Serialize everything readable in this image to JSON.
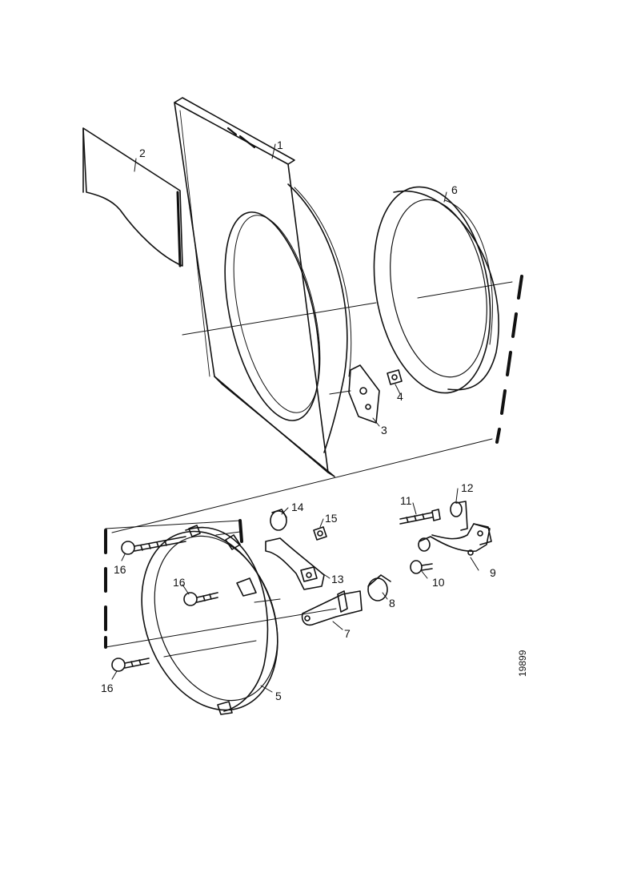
{
  "parts": {
    "p1": "1",
    "p2": "2",
    "p3": "3",
    "p4": "4",
    "p5": "5",
    "p6": "6",
    "p7": "7",
    "p8": "8",
    "p9": "9",
    "p10": "10",
    "p11": "11",
    "p12": "12",
    "p13": "13",
    "p14": "14",
    "p15": "15",
    "p16a": "16",
    "p16b": "16",
    "p16c": "16"
  },
  "drawing_code": "19899"
}
